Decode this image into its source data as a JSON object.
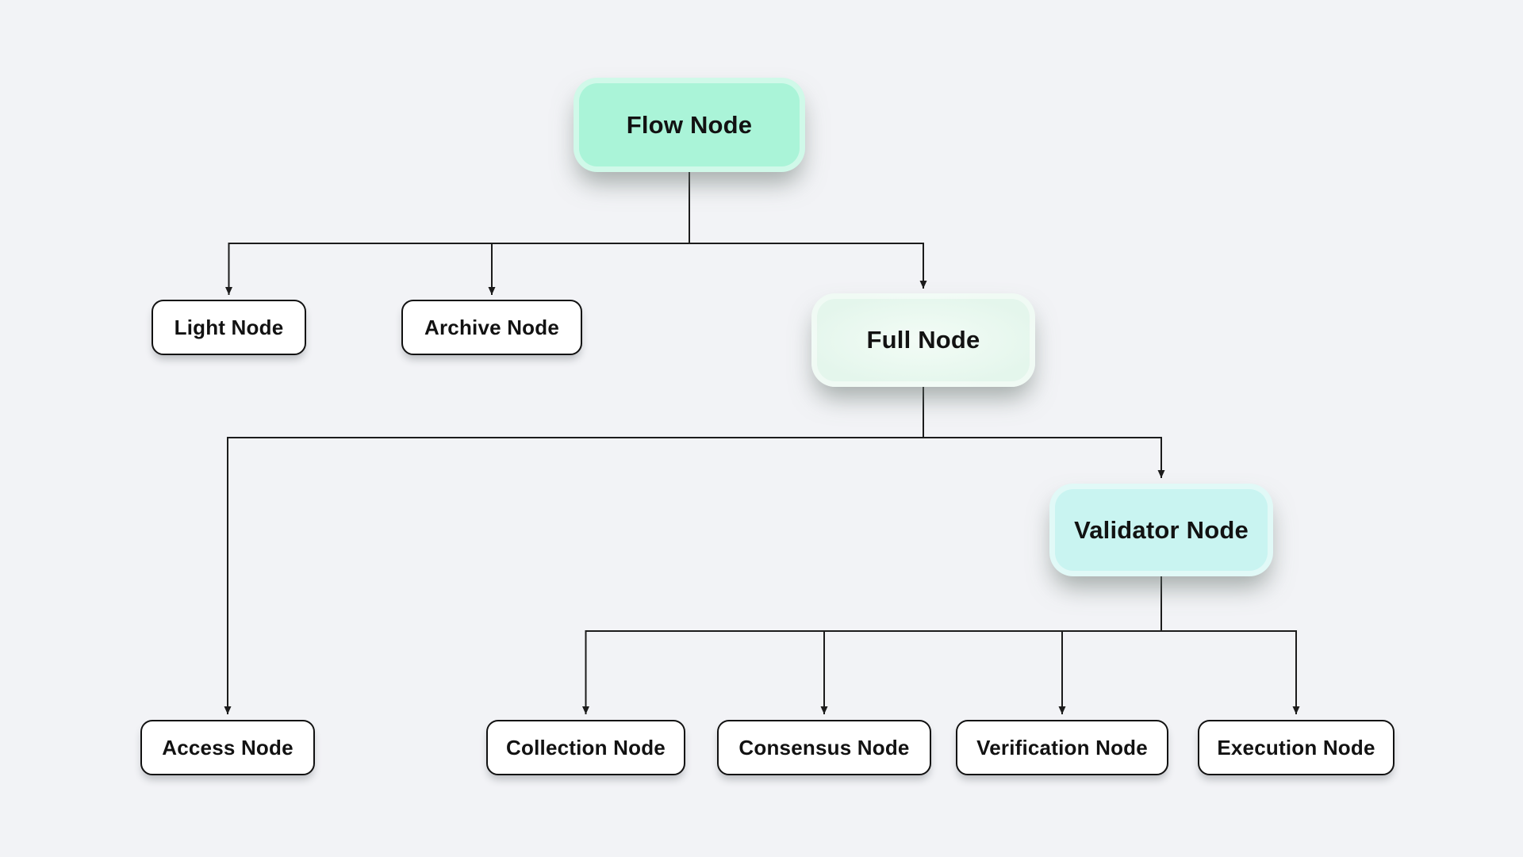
{
  "diagram": {
    "type": "tree",
    "background_color": "#f2f3f6",
    "connector_color": "#1c1c1c",
    "node_fill_colors": {
      "flow": "#aaf4d8",
      "full": "#e7f7ee",
      "validator": "#c9f4f1",
      "default": "#ffffff"
    },
    "nodes": [
      {
        "id": "flow",
        "label": "Flow Node",
        "parent": null,
        "style": "mint-green"
      },
      {
        "id": "light",
        "label": "Light Node",
        "parent": "flow",
        "style": "white"
      },
      {
        "id": "archive",
        "label": "Archive Node",
        "parent": "flow",
        "style": "white"
      },
      {
        "id": "full",
        "label": "Full Node",
        "parent": "flow",
        "style": "pale-mint"
      },
      {
        "id": "access",
        "label": "Access Node",
        "parent": "full",
        "style": "white"
      },
      {
        "id": "validator",
        "label": "Validator Node",
        "parent": "full",
        "style": "light-cyan"
      },
      {
        "id": "collection",
        "label": "Collection Node",
        "parent": "validator",
        "style": "white"
      },
      {
        "id": "consensus",
        "label": "Consensus Node",
        "parent": "validator",
        "style": "white"
      },
      {
        "id": "verification",
        "label": "Verification Node",
        "parent": "validator",
        "style": "white"
      },
      {
        "id": "execution",
        "label": "Execution Node",
        "parent": "validator",
        "style": "white"
      }
    ]
  }
}
